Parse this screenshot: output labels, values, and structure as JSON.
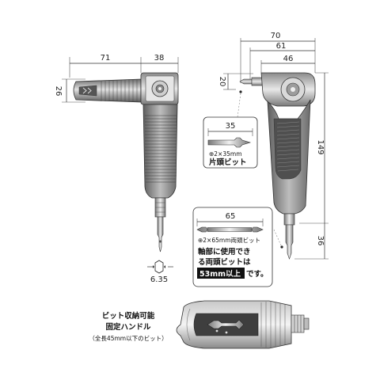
{
  "left_view": {
    "dim_top_a": "71",
    "dim_top_b": "38",
    "dim_left": "26",
    "hex_size": "6.35"
  },
  "right_view": {
    "dim_70": "70",
    "dim_61": "61",
    "dim_46": "46",
    "dim_20": "20",
    "dim_149": "149",
    "dim_36": "36"
  },
  "bit_35": {
    "dim": "35",
    "spec": "⊕2×35mm",
    "name": "片頭ビット"
  },
  "bit_65": {
    "dim": "65",
    "spec": "⊕2×65mm両頭ビット",
    "note_1": "軸部に使用でき",
    "note_2": "る両頭ビットは",
    "note_3_highlight": "53mm以上",
    "note_3_rest": "です。"
  },
  "storage": {
    "title_1": "ビット収納可能",
    "title_2": "固定ハンドル",
    "caption": "（全長45mm以下のビット）"
  },
  "colors": {
    "body_dark": "#6f6f6f",
    "body_light": "#d6d6d6",
    "body_mid": "#9a9a9a",
    "line": "#222222"
  }
}
